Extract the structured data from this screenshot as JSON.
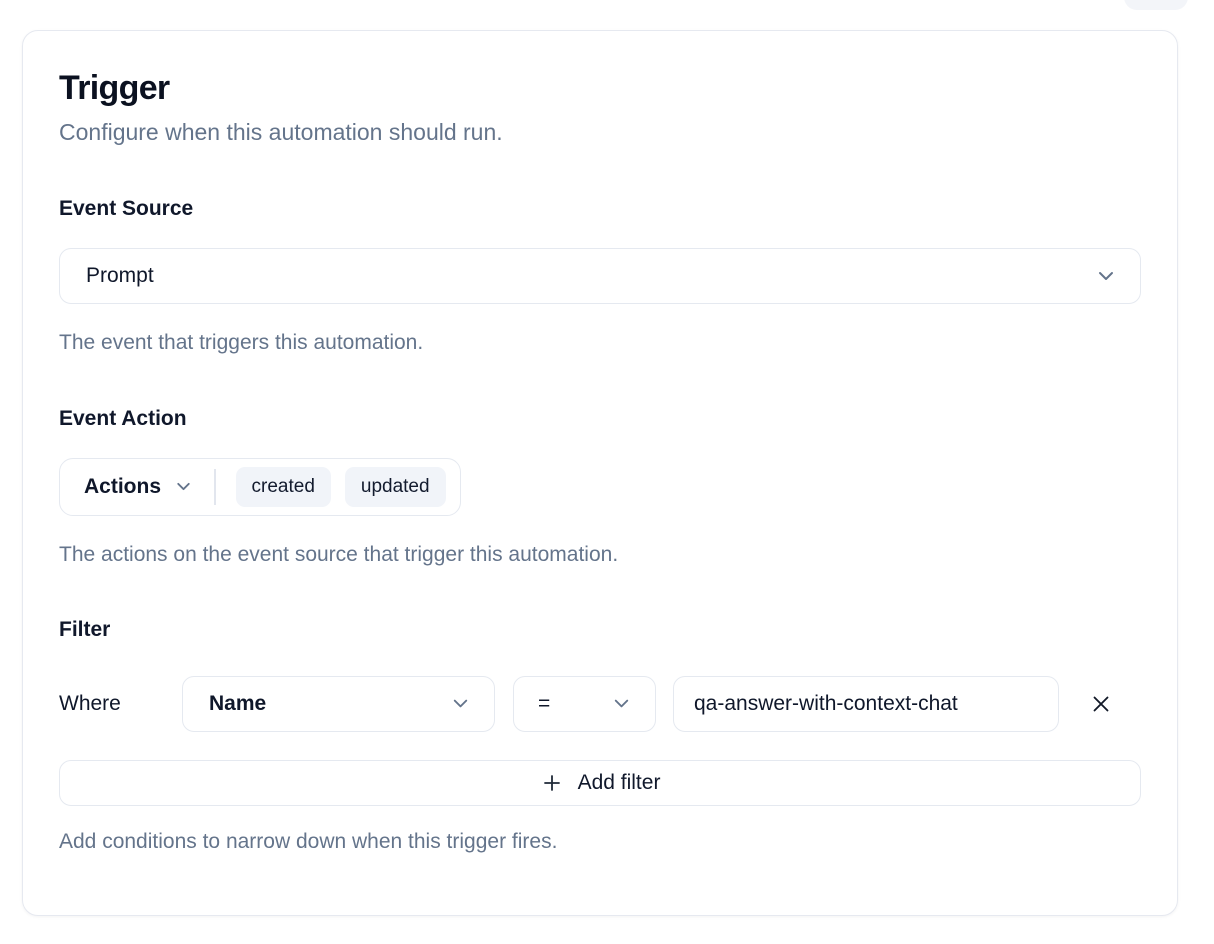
{
  "header": {
    "title": "Trigger",
    "subtitle": "Configure when this automation should run."
  },
  "event_source": {
    "label": "Event Source",
    "selected": "Prompt",
    "help": "The event that triggers this automation."
  },
  "event_action": {
    "label": "Event Action",
    "dropdown_label": "Actions",
    "chips": [
      "created",
      "updated"
    ],
    "help": "The actions on the event source that trigger this automation."
  },
  "filter": {
    "label": "Filter",
    "where_label": "Where",
    "field_selected": "Name",
    "operator_selected": "=",
    "value": "qa-answer-with-context-chat",
    "add_button_label": "Add filter",
    "help": "Add conditions to narrow down when this trigger fires."
  },
  "icons": {
    "chevron_down": "chevron-down",
    "close": "close-x",
    "plus": "plus"
  },
  "colors": {
    "text_dark": "#0f172a",
    "text_muted": "#64748b",
    "border": "#e5e9f0",
    "chip_bg": "#f1f4f9",
    "card_bg": "#ffffff"
  }
}
